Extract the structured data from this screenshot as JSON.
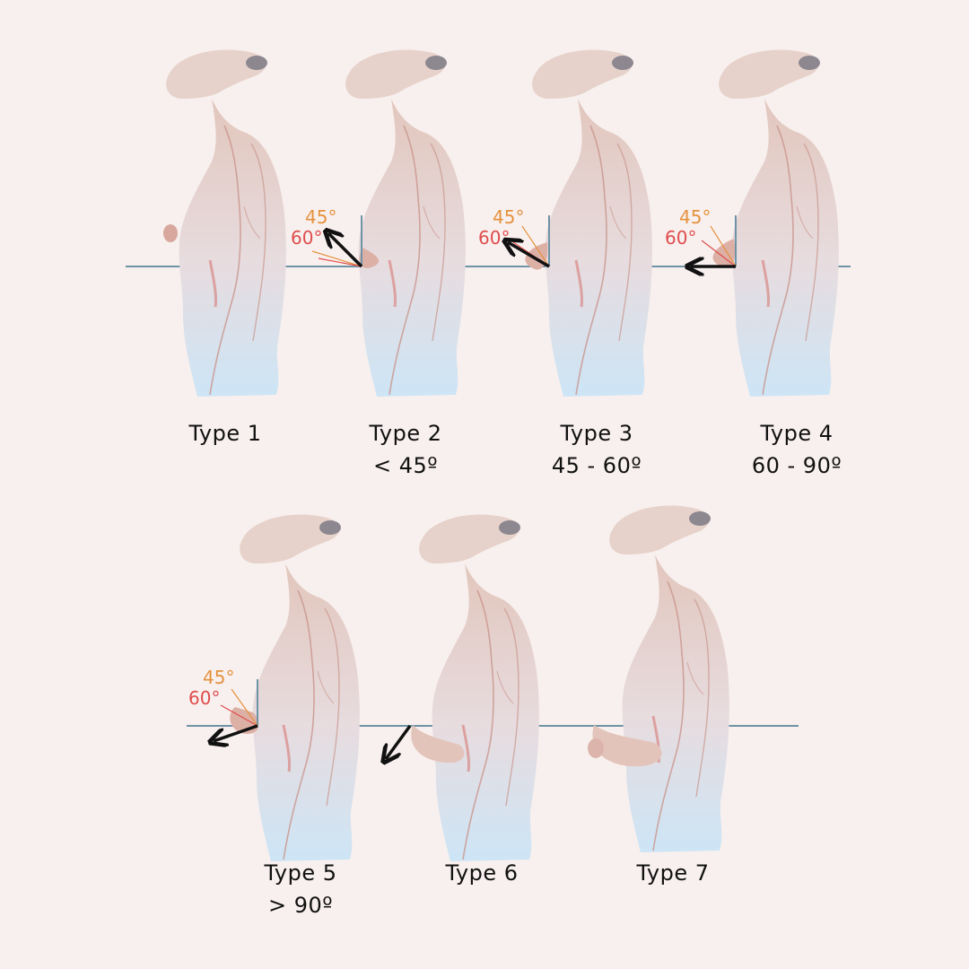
{
  "colors": {
    "background": "#f8f0ee",
    "figure_fill": "#e3c9bf",
    "figure_light": "#e9e6ee",
    "figure_blue": "#cfe6f6",
    "outline": "#c9958c",
    "reference_line": "#6f93a6",
    "angle_45": "#e5923f",
    "angle_60": "#df4d4d",
    "arrow": "#111111",
    "text": "#111111"
  },
  "angle_marks": {
    "a45": "45°",
    "a60": "60°"
  },
  "types": [
    {
      "title": "Type 1",
      "range": "",
      "arrow_direction": "none"
    },
    {
      "title": "Type 2",
      "range": "< 45º",
      "arrow_direction": "up-left"
    },
    {
      "title": "Type 3",
      "range": "45 - 60º",
      "arrow_direction": "up-left"
    },
    {
      "title": "Type 4",
      "range": "60 - 90º",
      "arrow_direction": "left"
    },
    {
      "title": "Type 5",
      "range": "> 90º",
      "arrow_direction": "down-left"
    },
    {
      "title": "Type 6",
      "range": "",
      "arrow_direction": "down-left"
    },
    {
      "title": "Type 7",
      "range": "",
      "arrow_direction": "none"
    }
  ]
}
